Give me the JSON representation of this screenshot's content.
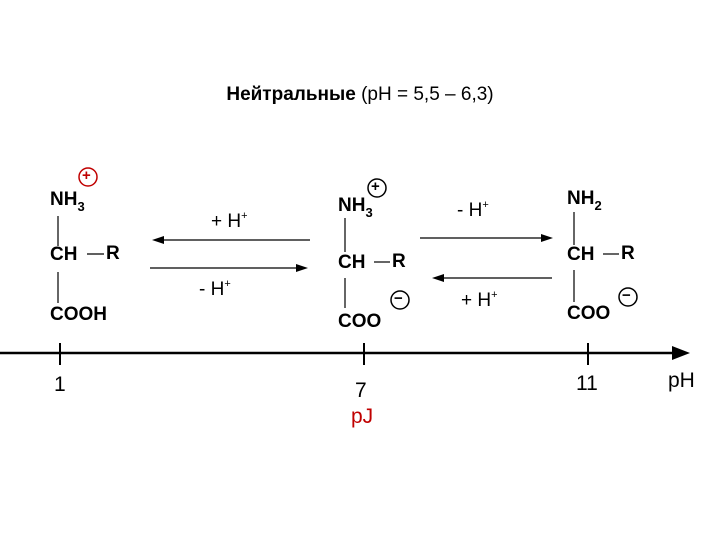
{
  "title": {
    "bold": "Нейтральные",
    "rest": "(pH = 5,5 – 6,3)"
  },
  "left_form": {
    "nh3": "NH",
    "nh3_sub": "3",
    "charge": "+",
    "ch": "CH",
    "r": "R",
    "cooh": "COOH"
  },
  "middle_form": {
    "nh3": "NH",
    "nh3_sub": "3",
    "charge": "+",
    "ch": "CH",
    "r": "R",
    "coo": "COO",
    "charge_minus": "−"
  },
  "right_form": {
    "nh2": "NH",
    "nh2_sub": "2",
    "ch": "CH",
    "r": "R",
    "coo": "COO",
    "charge_minus": "−"
  },
  "reactions": {
    "left_top": {
      "text": "+ H",
      "sup": "+"
    },
    "left_bottom": {
      "text": "- H",
      "sup": "+"
    },
    "right_top": {
      "text": "- H",
      "sup": "+"
    },
    "right_bottom": {
      "text": "+ H",
      "sup": "+"
    }
  },
  "axis": {
    "label": "pH",
    "ticks": [
      "1",
      "7",
      "11"
    ],
    "pi_label": "pJ",
    "pi_color": "#c00000"
  }
}
